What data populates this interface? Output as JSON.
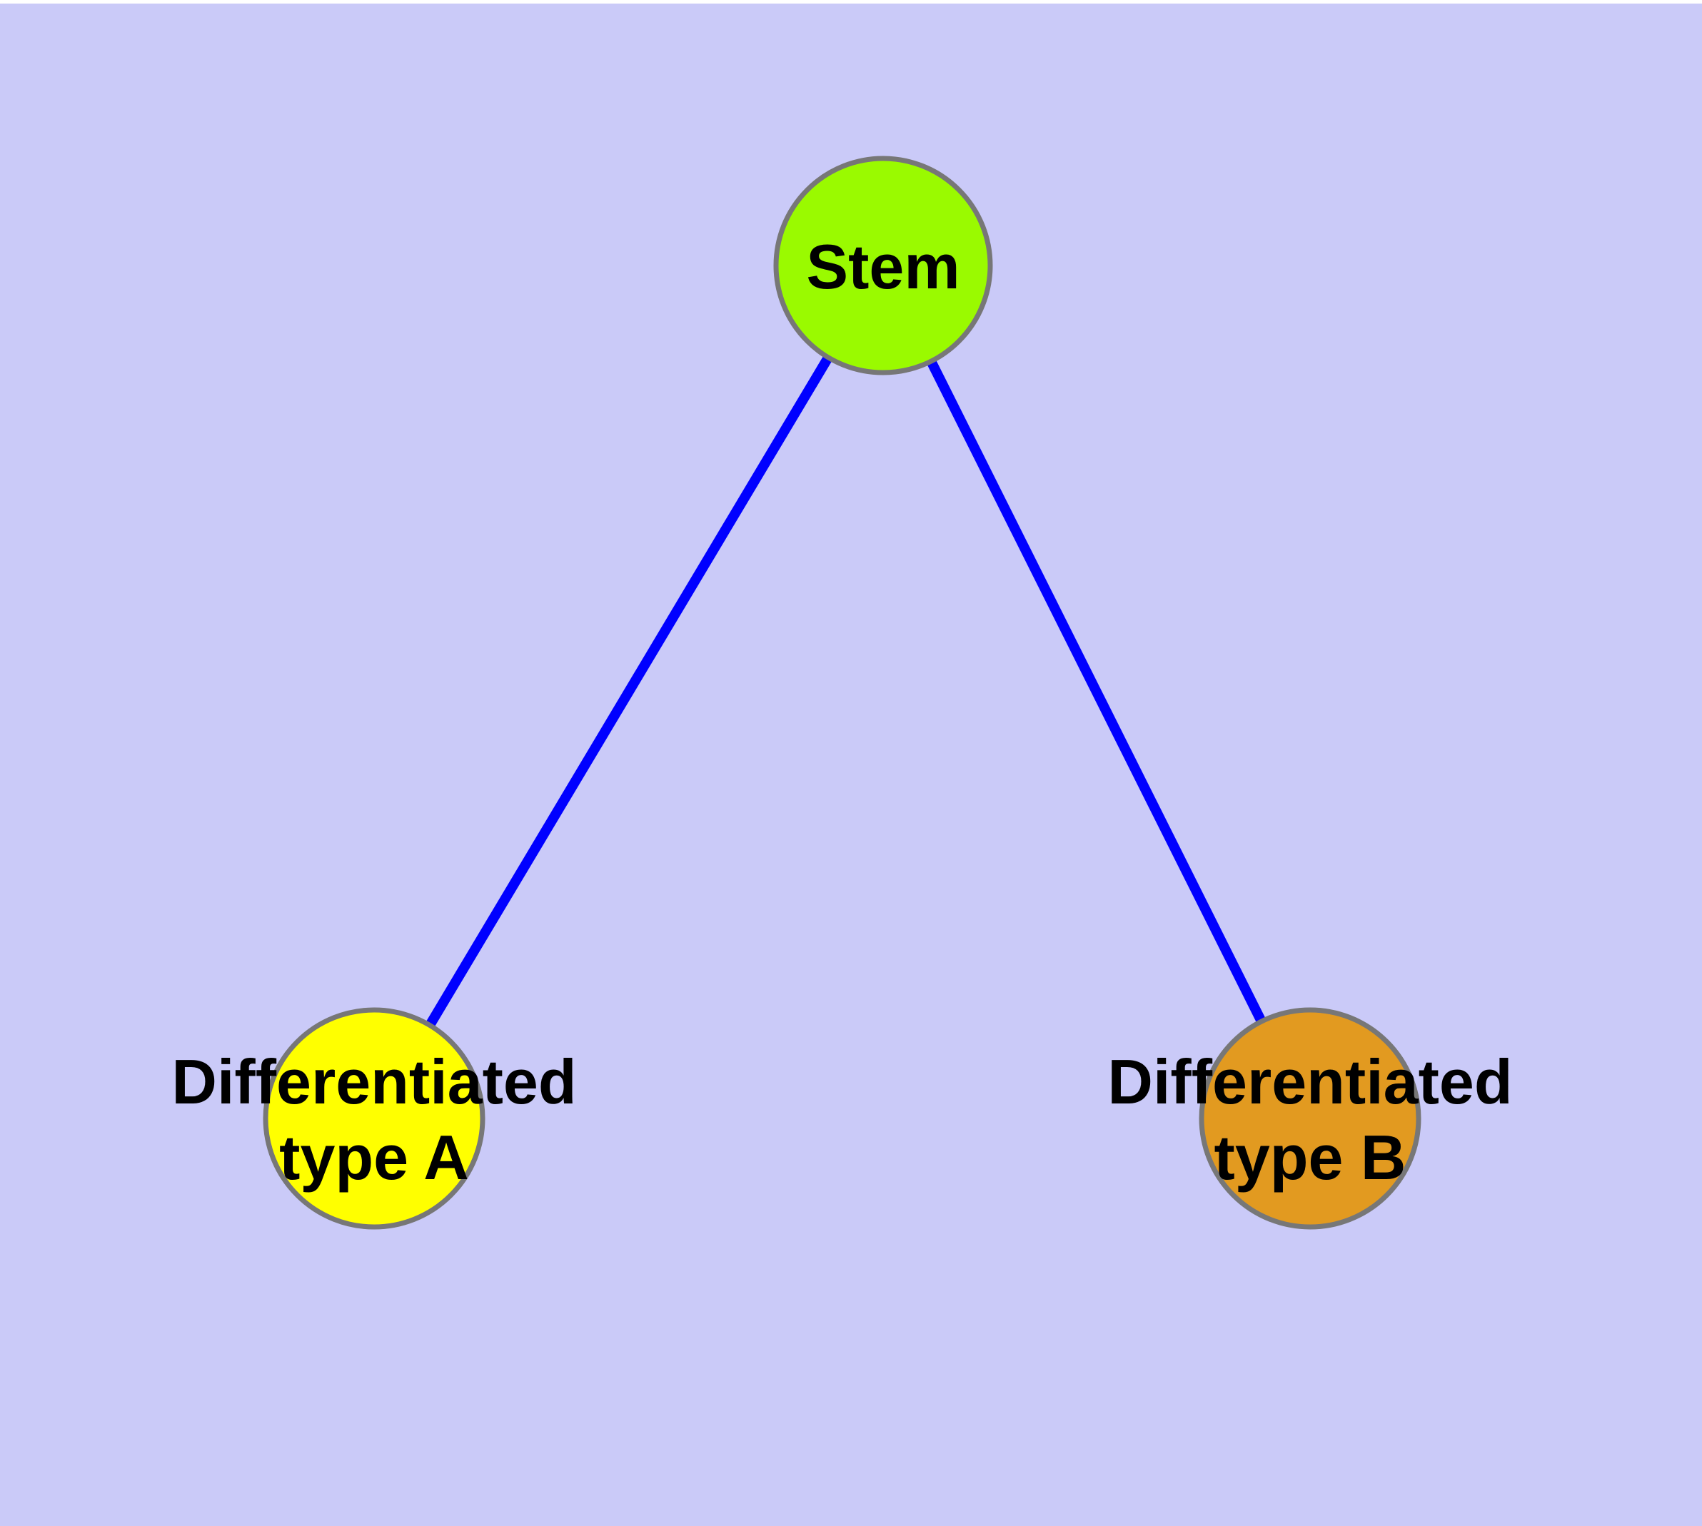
{
  "figure": {
    "type": "graph-diagram",
    "background_color": "#CACAF8",
    "top_margin_color": "#FFFFFF",
    "edge_color": "#0000FF",
    "node_border_color": "#777777",
    "text_color": "#000000",
    "nodes": [
      {
        "id": "stem",
        "label": "Stem",
        "fill": "#9AFA00"
      },
      {
        "id": "diff-a",
        "label_line1": "Differentiated",
        "label_line2": "type A",
        "fill": "#FFFF00"
      },
      {
        "id": "diff-b",
        "label_line1": "Differentiated",
        "label_line2": "type B",
        "fill": "#E29A20"
      }
    ],
    "edges": [
      {
        "from": "Stem",
        "to": "Differentiated type A"
      },
      {
        "from": "Stem",
        "to": "Differentiated type B"
      }
    ]
  }
}
